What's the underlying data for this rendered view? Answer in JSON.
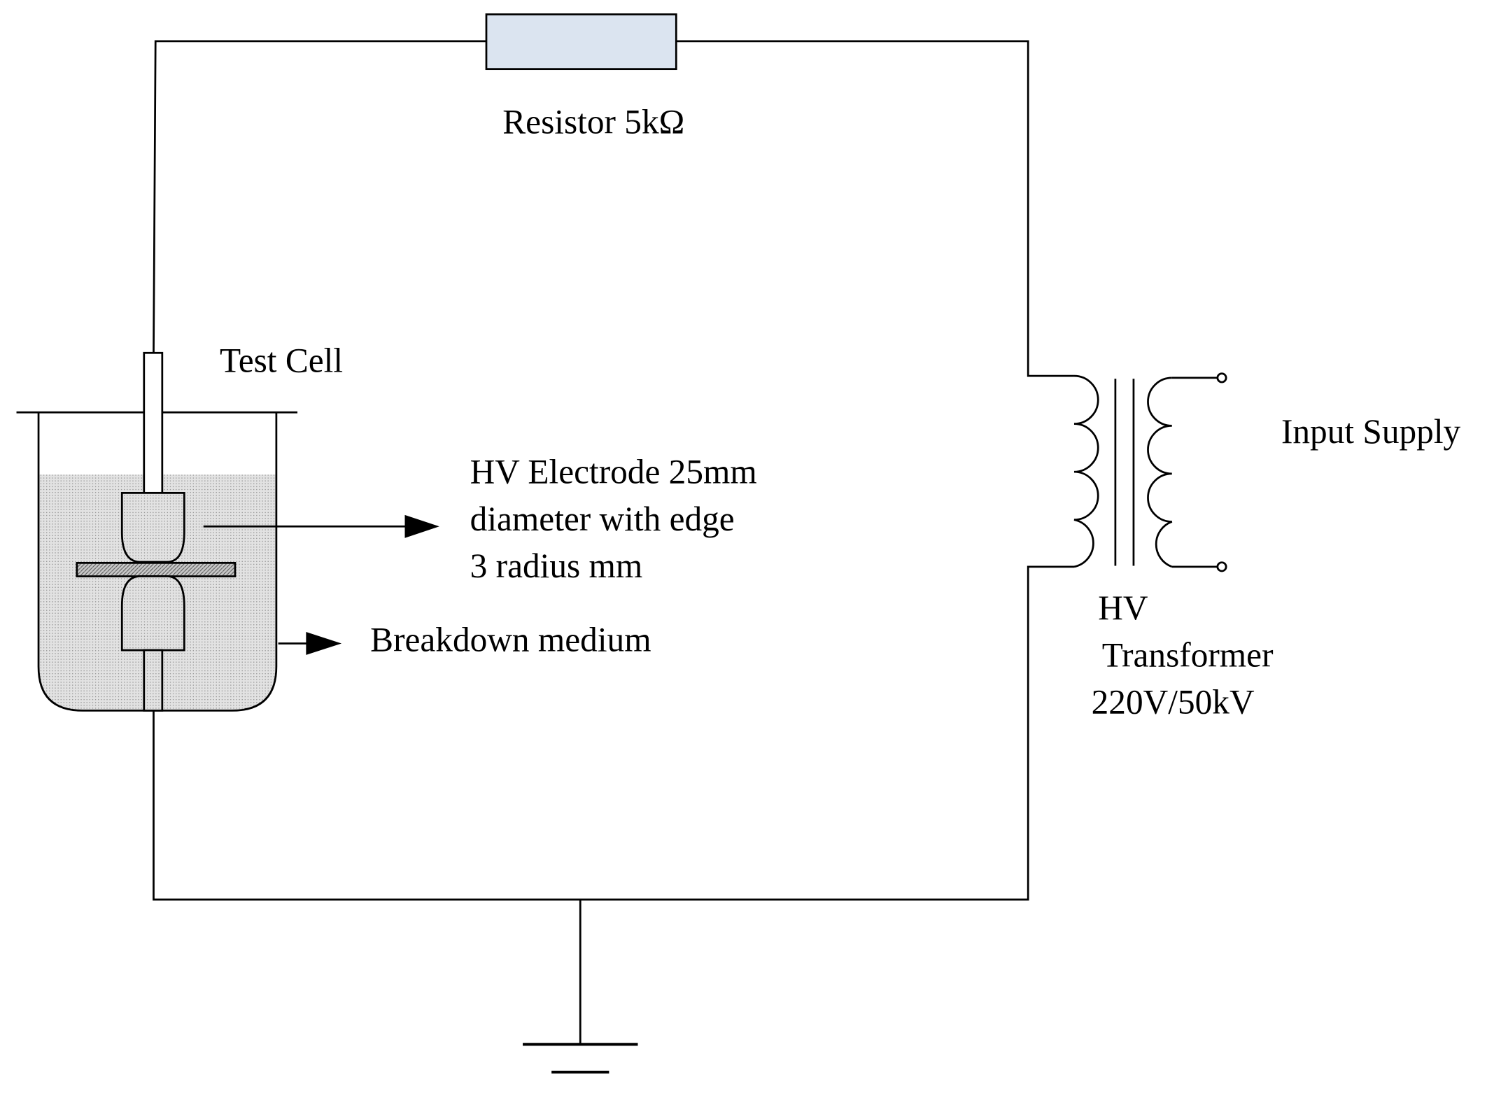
{
  "labels": {
    "resistor": "Resistor 5kΩ",
    "test_cell": "Test Cell",
    "electrode_line1": "HV Electrode 25mm",
    "electrode_line2": "diameter with edge",
    "electrode_line3": "3 radius mm",
    "medium": "Breakdown medium",
    "input_supply": "Input Supply",
    "transformer_line1": "HV",
    "transformer_line2": "Transformer",
    "transformer_line3": "220V/50kV"
  },
  "colors": {
    "stroke": "#000000",
    "resistor_fill": "#dbe4f0",
    "medium_fill": "#d6d6d6",
    "barrier_fill": "#a9a9a9"
  }
}
